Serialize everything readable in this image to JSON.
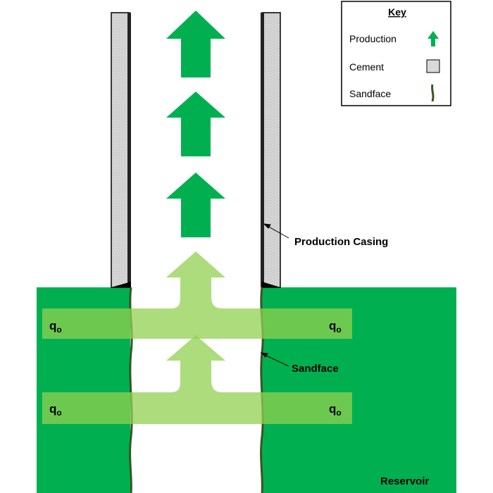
{
  "key": {
    "title": "Key",
    "items": [
      {
        "label": "Production",
        "icon": "green-up-arrow-icon"
      },
      {
        "label": "Cement",
        "icon": "gray-square-icon"
      },
      {
        "label": "Sandface",
        "icon": "dark-green-line-icon"
      }
    ]
  },
  "labels": {
    "production_casing": "Production Casing",
    "sandface": "Sandface",
    "reservoir": "Reservoir",
    "flow_rate_base": "q",
    "flow_rate_sub": "o"
  },
  "colors": {
    "reservoir": "#00b050",
    "production_arrow": "#00b050",
    "inflow_band": "#92d050",
    "cement": "#d9d9d9",
    "sandface": "#375623",
    "casing_outline": "#000000"
  }
}
